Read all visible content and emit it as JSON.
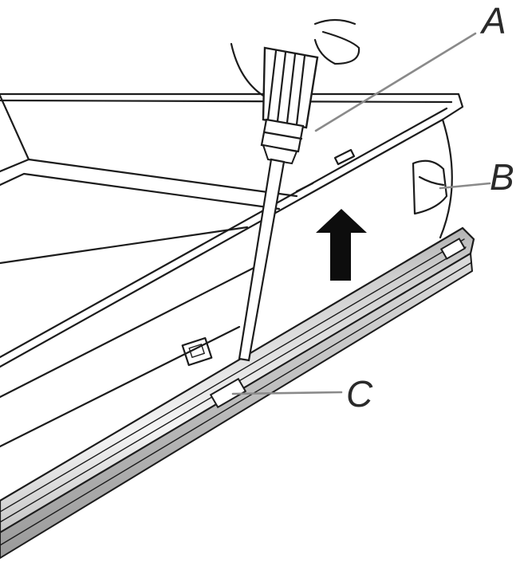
{
  "labels": {
    "a": "A",
    "b": "B",
    "c": "C"
  },
  "colors": {
    "line": "#1c1c1c",
    "leader": "#8a8a8a",
    "rail_dark": "#8c8c8c",
    "rail_light": "#e6e6e6",
    "label": "#2a2a2a"
  },
  "icons": [
    "screwdriver-icon",
    "up-arrow-icon",
    "hand-icon"
  ]
}
